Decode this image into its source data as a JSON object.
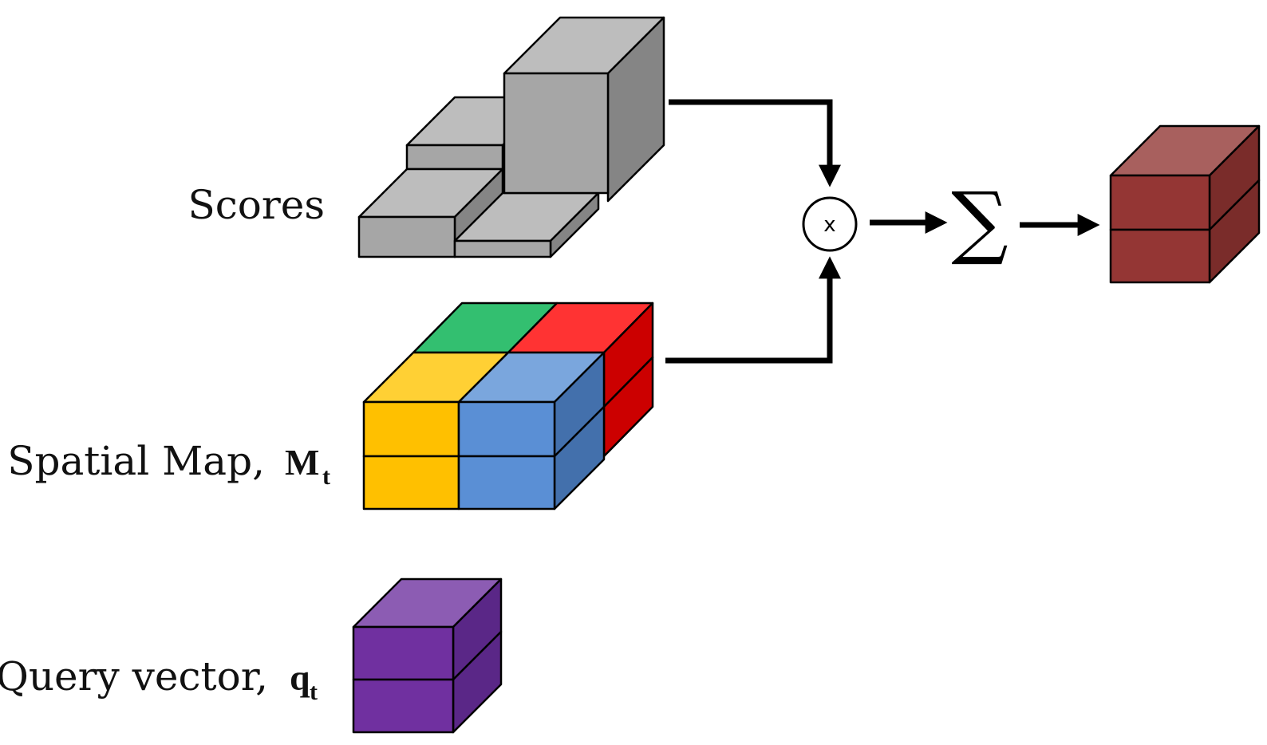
{
  "labels": {
    "scores": "Scores",
    "spatial_map": "Spatial Map,",
    "spatial_map_symbol": "M",
    "spatial_map_subscript": "t",
    "query_vector": "Query vector,",
    "query_vector_symbol": "q",
    "query_vector_subscript": "t"
  },
  "operators": {
    "multiply": "x",
    "sum": "∑"
  },
  "colors": {
    "gray_top": "#bdbdbd",
    "gray_front": "#a6a6a6",
    "gray_side": "#858585",
    "green_top": "#33bf70",
    "red_top": "#ff3333",
    "red_side": "#cc0000",
    "yellow_top": "#ffd034",
    "yellow_front": "#ffc000",
    "blue_top": "#7aa6dd",
    "blue_front": "#5a8fd5",
    "blue_side": "#4370ac",
    "purple_top": "#8c5cb3",
    "purple_front": "#7030a0",
    "purple_side": "#5a2787",
    "maroon_top": "#a8605e",
    "maroon_front": "#943634",
    "maroon_side": "#7a2c2a"
  }
}
